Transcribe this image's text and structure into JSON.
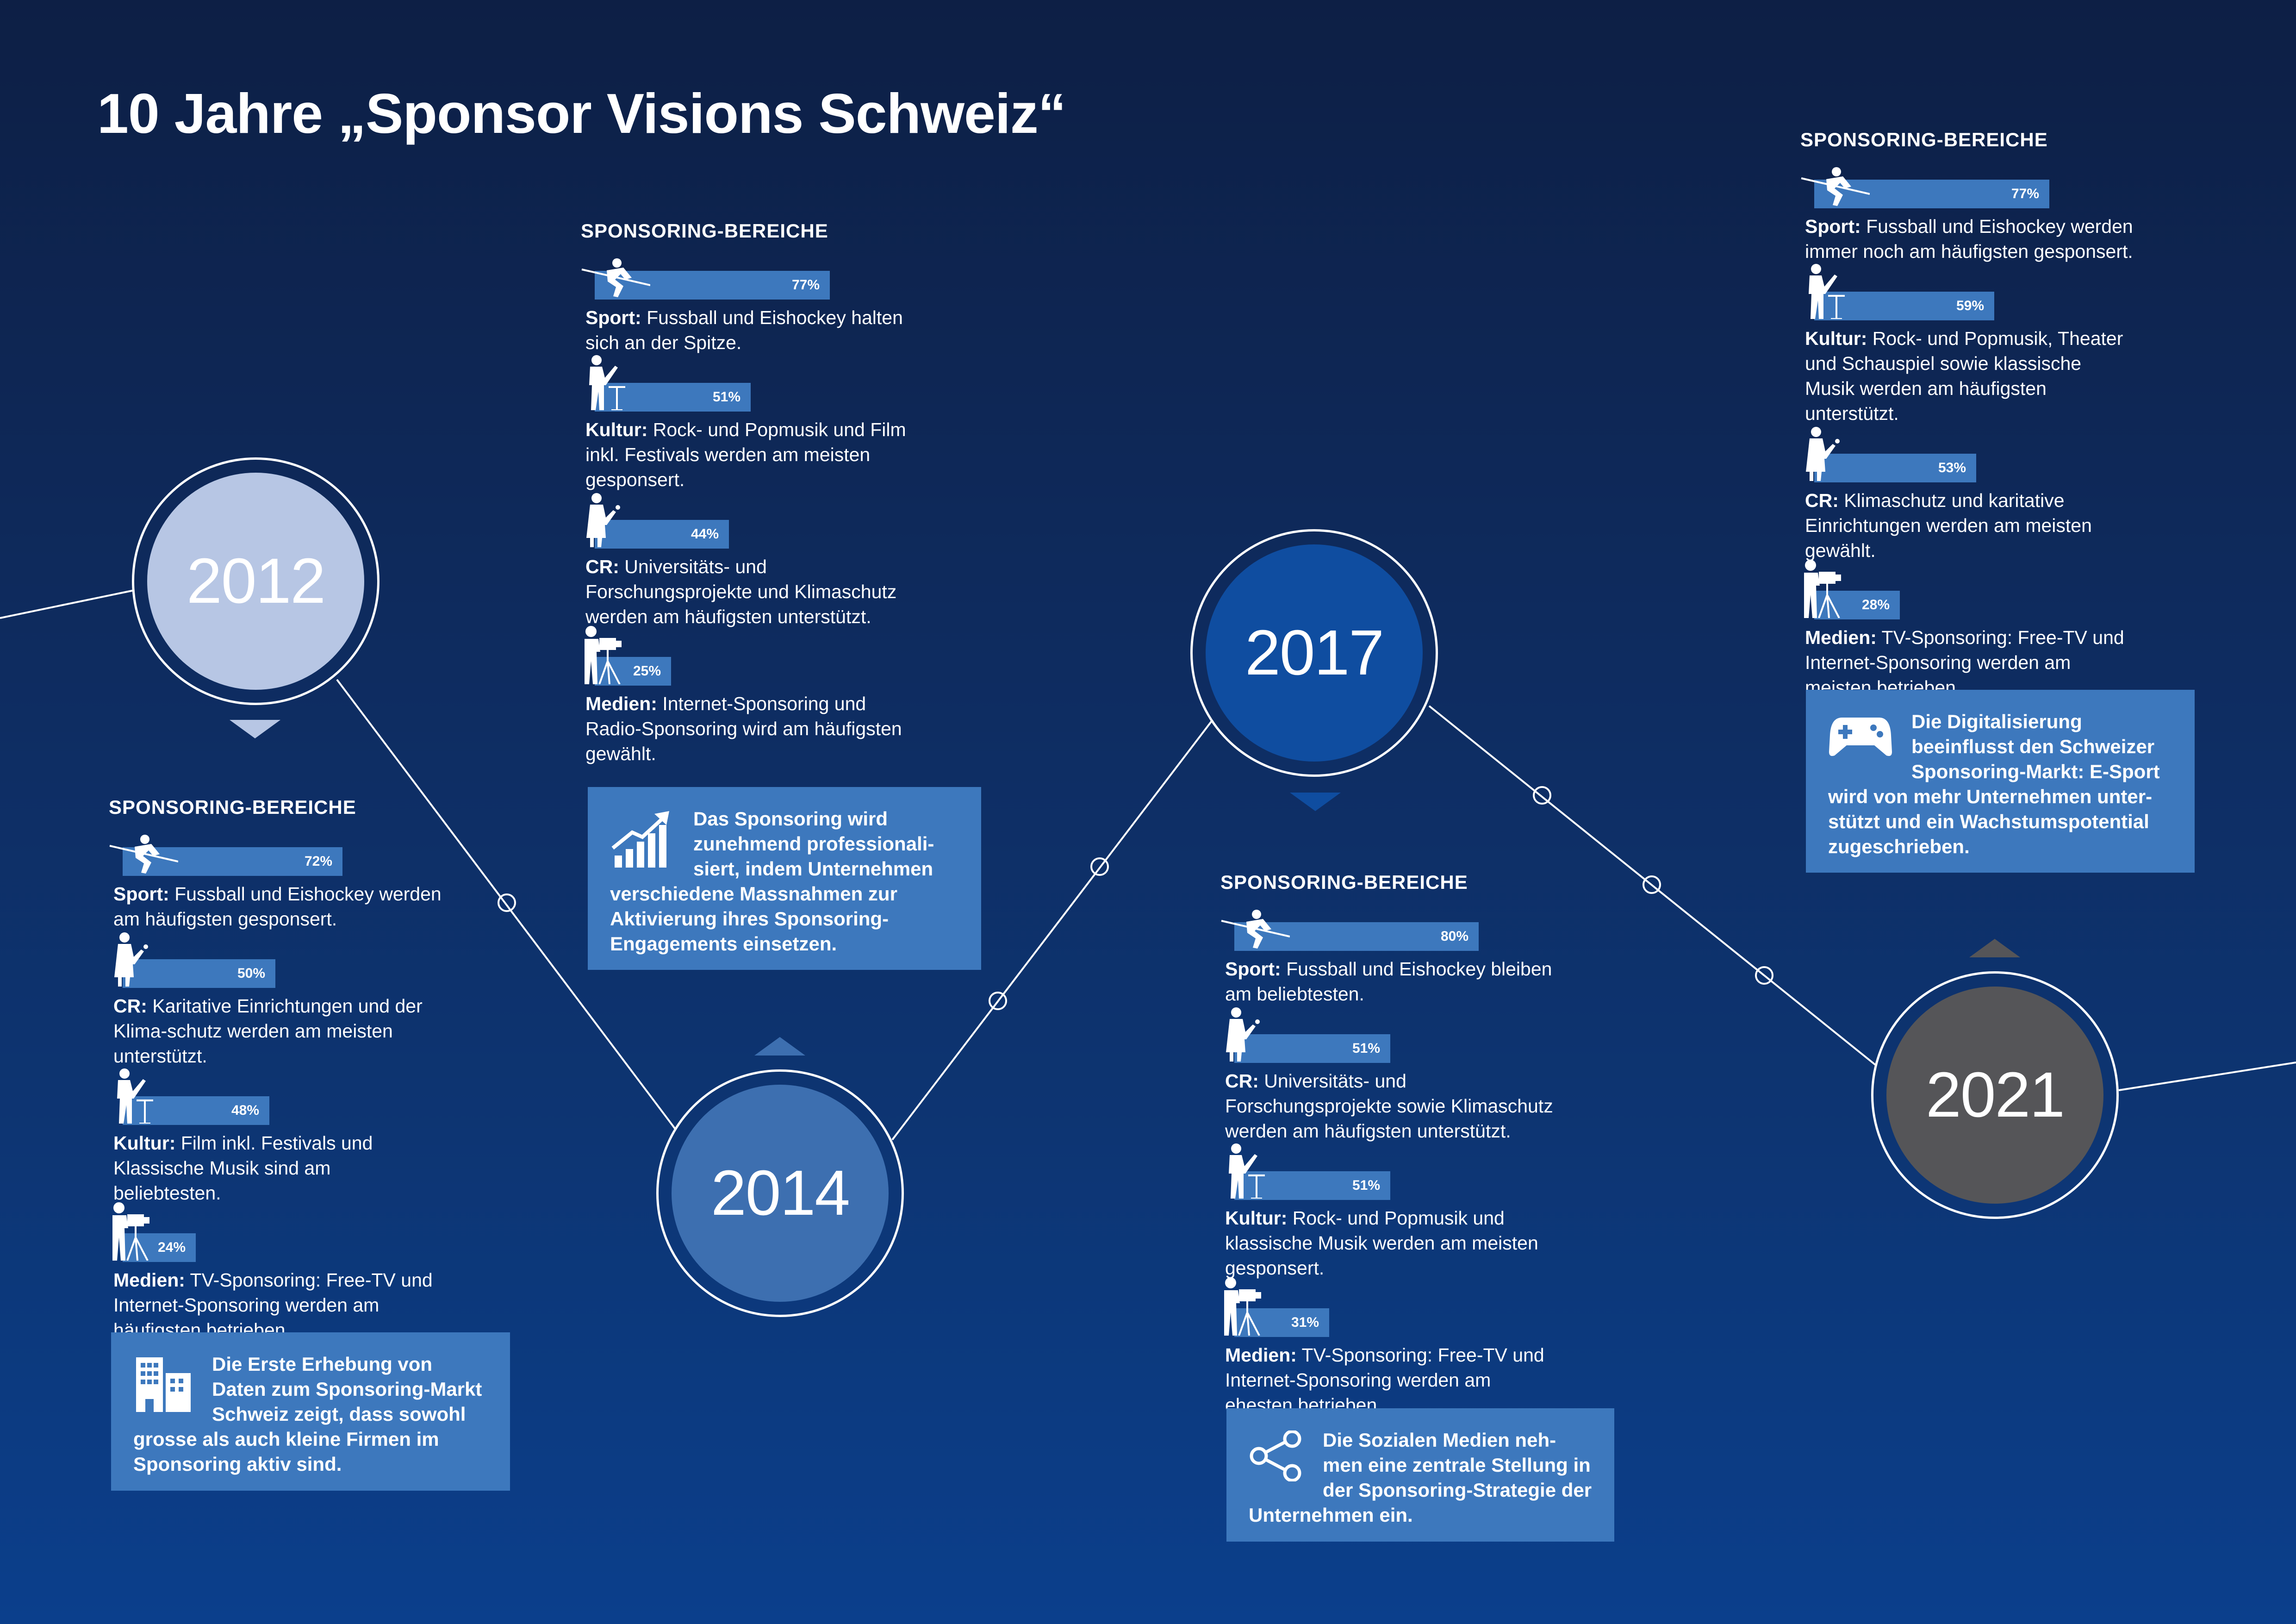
{
  "title": "10 Jahre „Sponsor Visions Schweiz“",
  "colors": {
    "bar": "#3d78bd",
    "circle_2012": "#b7c6e4",
    "circle_2014": "#3d6fb0",
    "circle_2017": "#0f4da0",
    "circle_2021": "#555558"
  },
  "years": {
    "y2012": "2012",
    "y2014": "2014",
    "y2017": "2017",
    "y2021": "2021"
  },
  "s2012": {
    "heading": "SPONSORING-BEREICHE",
    "items": [
      {
        "icon": "skier-icon",
        "value": "72%",
        "percent": 72,
        "label": "Sport:",
        "text": " Fussball und Eishockey werden am häufigsten gesponsert."
      },
      {
        "icon": "cr-person-icon",
        "value": "50%",
        "percent": 50,
        "label": "CR:",
        "text": " Karitative Einrichtungen und der Klima-schutz werden am meisten unterstützt."
      },
      {
        "icon": "conductor-icon",
        "value": "48%",
        "percent": 48,
        "label": "Kultur:",
        "text": " Film inkl. Festivals und Klassische Musik sind am beliebtesten."
      },
      {
        "icon": "cameraman-icon",
        "value": "24%",
        "percent": 24,
        "label": "Medien:",
        "text": " TV-Sponsoring: Free-TV und Internet-Sponsoring werden am häufigsten betrieben."
      }
    ],
    "box": "Die Erste Erhebung von Daten zum Sponsoring-Markt Schweiz zeigt, dass sowohl grosse als auch kleine Firmen im Sponsoring aktiv sind.",
    "box_icon": "buildings-icon"
  },
  "s2014": {
    "heading": "SPONSORING-BEREICHE",
    "items": [
      {
        "icon": "skier-icon",
        "value": "77%",
        "percent": 77,
        "label": "Sport:",
        "text": " Fussball und Eishockey halten sich an der Spitze."
      },
      {
        "icon": "conductor-icon",
        "value": "51%",
        "percent": 51,
        "label": "Kultur:",
        "text": " Rock- und Popmusik und Film inkl. Festivals werden am meisten gesponsert."
      },
      {
        "icon": "cr-person-icon",
        "value": "44%",
        "percent": 44,
        "label": "CR:",
        "text": " Universitäts- und Forschungsprojekte und Klimaschutz werden am häufigsten unterstützt."
      },
      {
        "icon": "cameraman-icon",
        "value": "25%",
        "percent": 25,
        "label": "Medien:",
        "text": " Internet-Sponsoring und Radio-Sponsoring wird am häufigsten gewählt."
      }
    ],
    "box": "Das Sponsoring wird zunehmend professionali-siert, indem Unternehmen verschiedene Massnahmen zur Aktivierung ihres Sponsoring-Engagements einsetzen.",
    "box_icon": "growth-chart-icon"
  },
  "s2017": {
    "heading": "SPONSORING-BEREICHE",
    "items": [
      {
        "icon": "skier-icon",
        "value": "80%",
        "percent": 80,
        "label": "Sport:",
        "text": " Fussball und Eishockey bleiben am beliebtesten."
      },
      {
        "icon": "cr-person-icon",
        "value": "51%",
        "percent": 51,
        "label": "CR:",
        "text": " Universitäts- und Forschungsprojekte sowie Klimaschutz werden am häufigsten unterstützt."
      },
      {
        "icon": "conductor-icon",
        "value": "51%",
        "percent": 51,
        "label": "Kultur:",
        "text": " Rock- und Popmusik und klassische Musik werden am meisten gesponsert."
      },
      {
        "icon": "cameraman-icon",
        "value": "31%",
        "percent": 31,
        "label": "Medien:",
        "text": " TV-Sponsoring: Free-TV und Internet-Sponsoring werden am ehesten betrieben."
      }
    ],
    "box": "Die Sozialen Medien neh-men eine zentrale Stellung in der Sponsoring-Strategie der Unternehmen ein.",
    "box_icon": "share-icon"
  },
  "s2021": {
    "heading": "SPONSORING-BEREICHE",
    "items": [
      {
        "icon": "skier-icon",
        "value": "77%",
        "percent": 77,
        "label": "Sport:",
        "text": " Fussball und Eishockey werden immer noch am häufigsten gesponsert."
      },
      {
        "icon": "conductor-icon",
        "value": "59%",
        "percent": 59,
        "label": "Kultur:",
        "text": " Rock- und Popmusik, Theater und Schauspiel sowie klassische Musik werden am häufigsten unterstützt."
      },
      {
        "icon": "cr-person-icon",
        "value": "53%",
        "percent": 53,
        "label": "CR:",
        "text": " Klimaschutz und karitative Einrichtungen werden am meisten gewählt."
      },
      {
        "icon": "cameraman-icon",
        "value": "28%",
        "percent": 28,
        "label": "Medien:",
        "text": " TV-Sponsoring: Free-TV und Internet-Sponsoring werden am meisten betrieben."
      }
    ],
    "box": "Die Digitalisierung beeinflusst den Schweizer Sponsoring-Markt: E-Sport wird von mehr Unternehmen unter-stützt und ein Wachstumspotential zugeschrieben.",
    "box_icon": "gamepad-icon"
  }
}
